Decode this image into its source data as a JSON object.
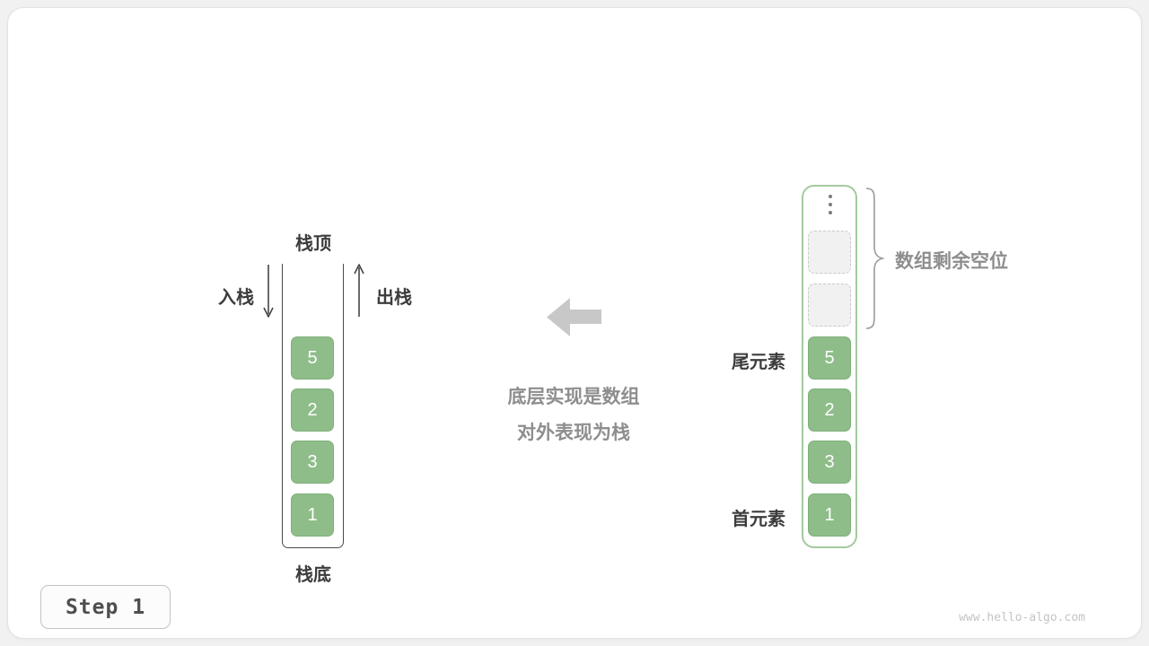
{
  "page": {
    "step_label": "Step 1",
    "watermark": "www.hello-algo.com"
  },
  "stack": {
    "top_label": "栈顶",
    "bottom_label": "栈底",
    "push_label": "入栈",
    "pop_label": "出栈",
    "cells": [
      "5",
      "2",
      "3",
      "1"
    ]
  },
  "caption": {
    "line1": "底层实现是数组",
    "line2": "对外表现为栈"
  },
  "array": {
    "cells": [
      "5",
      "2",
      "3",
      "1"
    ],
    "empty_slots": 2,
    "tail_label": "尾元素",
    "head_label": "首元素",
    "brace_label": "数组剩余空位"
  },
  "colors": {
    "cell_green": "#8EBD89",
    "cell_green_border": "#80B07B",
    "array_border_green": "#A3CA9E",
    "block_arrow_gray": "#C8C8C8",
    "caption_gray": "#8E8E8E",
    "label_dark": "#3C3C3C",
    "watermark_gray": "#C4C4C4"
  }
}
